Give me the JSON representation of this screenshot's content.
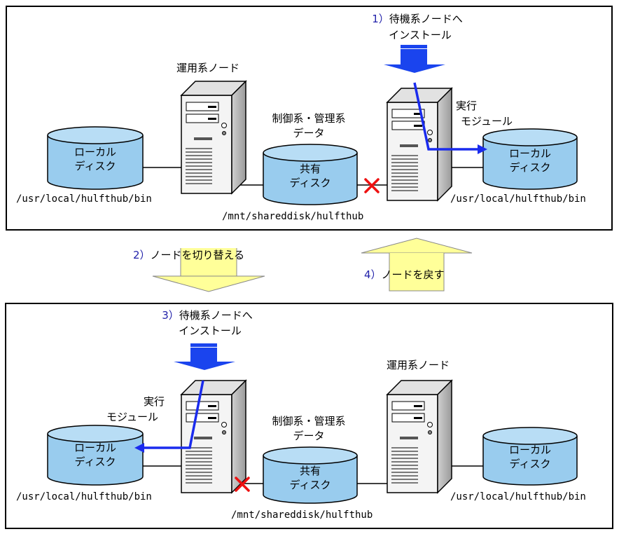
{
  "top": {
    "step1_num": "1）",
    "step1_line1": "待機系ノードへ",
    "step1_line2": "インストール",
    "active_node_label": "運用系ノード",
    "shared_data_line1": "制御系・管理系",
    "shared_data_line2": "データ",
    "exec_module_line1": "実行",
    "exec_module_line2": "モジュール",
    "left_disk_line1": "ローカル",
    "left_disk_line2": "ディスク",
    "shared_disk_line1": "共有",
    "shared_disk_line2": "ディスク",
    "right_disk_line1": "ローカル",
    "right_disk_line2": "ディスク",
    "left_path": "/usr/local/hulfthub/bin",
    "shared_path": "/mnt/shareddisk/hulfthub",
    "right_path": "/usr/local/hulfthub/bin"
  },
  "middle": {
    "step2_num": "2）",
    "step2_text": "ノードを切り替える",
    "step4_num": "4）",
    "step4_text": "ノードを戻す"
  },
  "bottom": {
    "step3_num": "3）",
    "step3_line1": "待機系ノードへ",
    "step3_line2": "インストール",
    "active_node_label": "運用系ノード",
    "shared_data_line1": "制御系・管理系",
    "shared_data_line2": "データ",
    "exec_module_line1": "実行",
    "exec_module_line2": "モジュール",
    "left_disk_line1": "ローカル",
    "left_disk_line2": "ディスク",
    "shared_disk_line1": "共有",
    "shared_disk_line2": "ディスク",
    "right_disk_line1": "ローカル",
    "right_disk_line2": "ディスク",
    "left_path": "/usr/local/hulfthub/bin",
    "shared_path": "/mnt/shareddisk/hulfthub",
    "right_path": "/usr/local/hulfthub/bin"
  },
  "colors": {
    "disk_fill": "#99ccee",
    "disk_top": "#b8ddf5",
    "arrow_blue": "#1a44ee",
    "arrow_yellow": "#ffff99",
    "cross_red": "#ee1111"
  }
}
